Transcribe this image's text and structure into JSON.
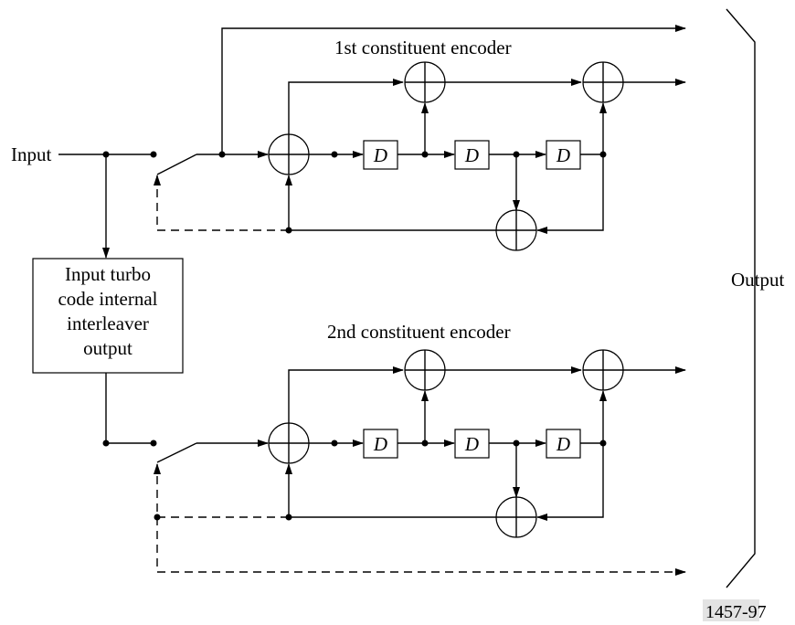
{
  "labels": {
    "input": "Input",
    "output": "Output",
    "encoder1_title": "1st constituent encoder",
    "encoder2_title": "2nd constituent encoder",
    "interleaver_line1": "Input turbo",
    "interleaver_line2": "code internal",
    "interleaver_line3": "interleaver",
    "interleaver_line4": "output",
    "delay": "D",
    "figure_id": "1457-97"
  }
}
